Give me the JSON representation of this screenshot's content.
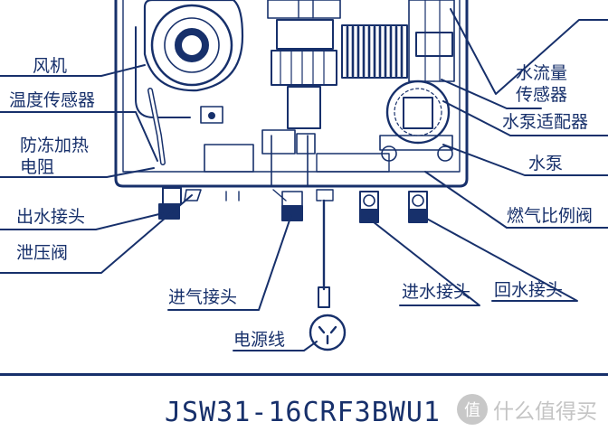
{
  "labels": {
    "fan": "风机",
    "temp_sensor": "温度传感器",
    "antifreeze_line1": "防冻加热",
    "antifreeze_line2": "电阻",
    "water_outlet": "出水接头",
    "relief_valve": "泄压阀",
    "gas_inlet": "进气接头",
    "power_cord": "电源线",
    "flow_sensor_line1": "水流量",
    "flow_sensor_line2": "传感器",
    "pump_adapter": "水泵适配器",
    "pump": "水泵",
    "gas_valve": "燃气比例阀",
    "water_inlet": "进水接头",
    "return_water": "回水接头"
  },
  "model": "JSW31-16CRF3BWU1",
  "watermark": {
    "icon": "值",
    "text": "什么值得买"
  },
  "colors": {
    "line": "#17306b",
    "accent": "#2b4ea0"
  }
}
